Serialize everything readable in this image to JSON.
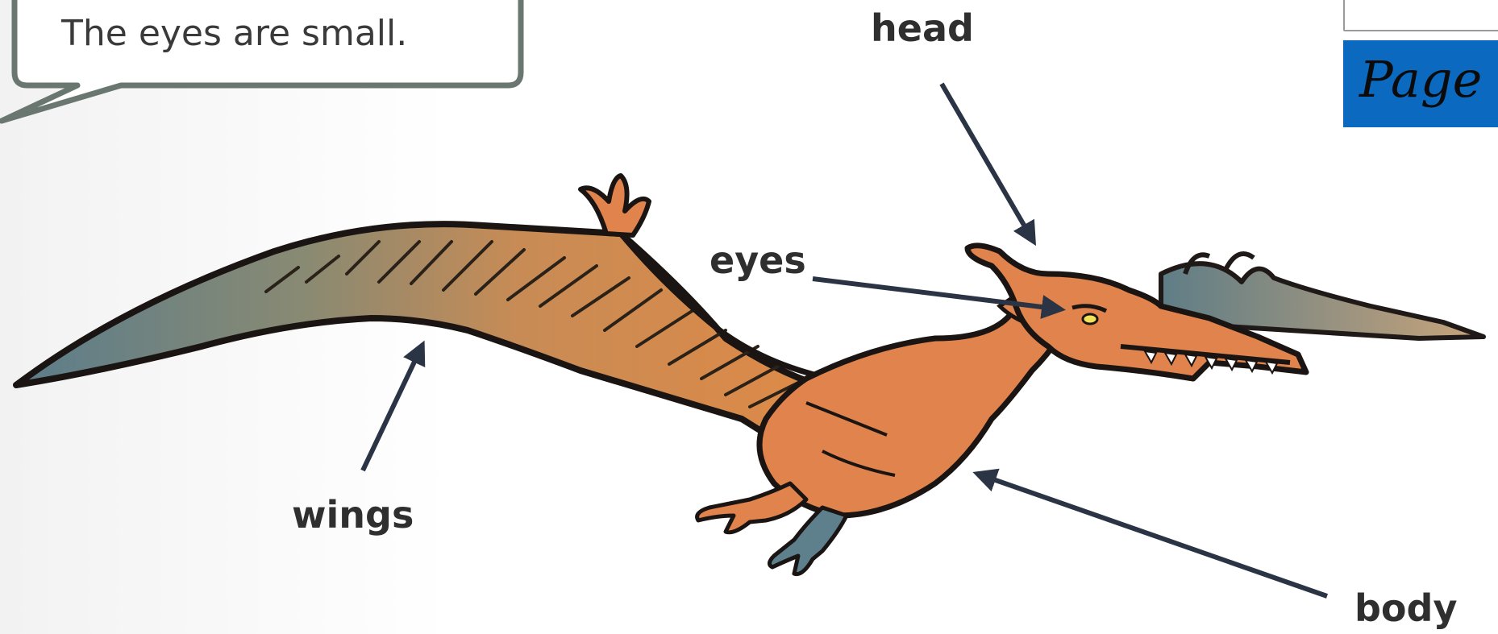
{
  "callout": {
    "text": "The eyes are small."
  },
  "labels": {
    "head": "head",
    "eyes": "eyes",
    "wings": "wings",
    "body": "body"
  },
  "page_badge": {
    "text": "Page :"
  },
  "colors": {
    "badge_blue": "#0b6ac0",
    "creature_orange": "#e0834c",
    "wing_blue": "#5e7f8c",
    "arrow": "#2b3444"
  }
}
